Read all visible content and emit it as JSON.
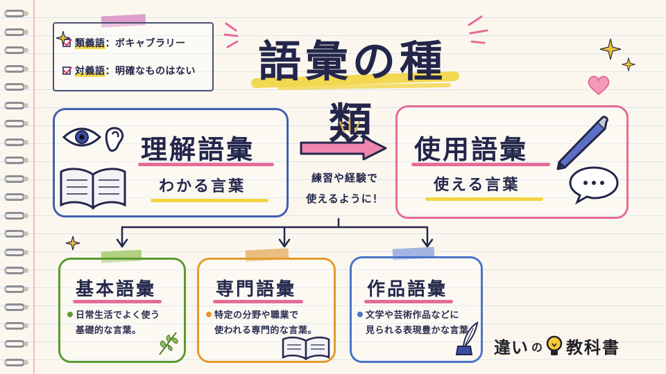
{
  "title": "語彙の種類",
  "synonyms": {
    "row1": {
      "label": "類義語",
      "sep": "：",
      "value": "ボキャブラリー"
    },
    "row2": {
      "label": "対義語",
      "sep": "：",
      "value": "明確なものはない"
    }
  },
  "understanding": {
    "heading": "理解語彙",
    "sub": "わかる言葉"
  },
  "usage": {
    "heading": "使用語彙",
    "sub": "使える言葉"
  },
  "arrow_caption": {
    "line1": "練習や経験で",
    "line2": "使えるように！"
  },
  "categories": [
    {
      "heading": "基本語彙",
      "line1": "日常生活でよく使う",
      "line2": "基礎的な言葉。"
    },
    {
      "heading": "専門語彙",
      "line1": "特定の分野や職業で",
      "line2": "使われる専門的な言葉。"
    },
    {
      "heading": "作品語彙",
      "line1": "文学や芸術作品などに",
      "line2": "見られる表現豊かな言葉。"
    }
  ],
  "logo": {
    "part1": "違い",
    "part2": "の",
    "part3": "教科書"
  },
  "colors": {
    "navy": "#23264a",
    "blue": "#4260b0",
    "pink": "#e56b98",
    "green": "#5a9a33",
    "orange": "#e39a2a",
    "work_blue": "#4b73c9",
    "highlight": "#f2d43f"
  },
  "icons": [
    "eye-icon",
    "ear-icon",
    "open-book-icon",
    "pencil-icon",
    "speech-bubble-icon",
    "leaf-icon",
    "book-icon",
    "ink-quill-icon",
    "lightbulb-icon",
    "sparkle-icon",
    "heart-icon"
  ]
}
